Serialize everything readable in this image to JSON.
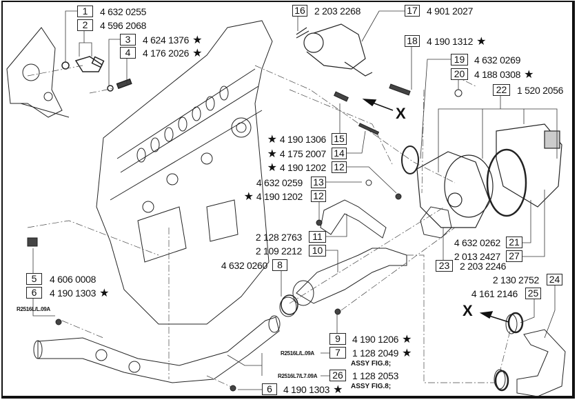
{
  "diagram": {
    "callouts": [
      {
        "ref": "1",
        "part": "4 632 0255",
        "star": ""
      },
      {
        "ref": "2",
        "part": "4 596 2068",
        "star": ""
      },
      {
        "ref": "3",
        "part": "4 624 1376",
        "star": "★"
      },
      {
        "ref": "4",
        "part": "4 176 2026",
        "star": "★"
      },
      {
        "ref": "16",
        "part": "2 203 2268",
        "star": ""
      },
      {
        "ref": "17",
        "part": "4 901 2027",
        "star": ""
      },
      {
        "ref": "18",
        "part": "4 190 1312",
        "star": "★"
      },
      {
        "ref": "19",
        "part": "4 632 0269",
        "star": ""
      },
      {
        "ref": "20",
        "part": "4 188 0308",
        "star": "★"
      },
      {
        "ref": "22",
        "part": "1 520 2056",
        "star": ""
      },
      {
        "ref": "15",
        "part": "4 190 1306",
        "star": "★"
      },
      {
        "ref": "14",
        "part": "4 175 2007",
        "star": "★"
      },
      {
        "ref": "12",
        "part": "4 190 1202",
        "star": "★"
      },
      {
        "ref": "13",
        "part": "4 632 0259",
        "star": ""
      },
      {
        "ref": "12",
        "part": "4 190 1202",
        "star": "★"
      },
      {
        "ref": "11",
        "part": "2 128 2763",
        "star": ""
      },
      {
        "ref": "10",
        "part": "2 109 2212",
        "star": ""
      },
      {
        "ref": "8",
        "part": "4 632 0260",
        "star": ""
      },
      {
        "ref": "5",
        "part": "4 606 0008",
        "star": ""
      },
      {
        "ref": "6",
        "part": "4 190 1303",
        "star": "★"
      },
      {
        "ref": "21",
        "part": "4 632 0262",
        "star": ""
      },
      {
        "ref": "27",
        "part": "2 013 2427",
        "star": ""
      },
      {
        "ref": "23",
        "part": "2 203 2246",
        "star": ""
      },
      {
        "ref": "24",
        "part": "2 130 2752",
        "star": ""
      },
      {
        "ref": "25",
        "part": "4 161 2146",
        "star": ""
      },
      {
        "ref": "9",
        "part": "4 190 1206",
        "star": "★"
      },
      {
        "ref": "7",
        "part": "1 128 2049",
        "star": "★"
      },
      {
        "ref": "26",
        "part": "1 128 2053",
        "star": ""
      },
      {
        "ref": "6",
        "part": "4 190 1303",
        "star": "★"
      }
    ],
    "notes": {
      "variant_left": "R2516L/L.09A",
      "variant_7": "R2516L/L.09A",
      "variant_26": "R2516L7/L7.09A",
      "assy_7": "ASSY FIG.8;",
      "assy_26": "ASSY FIG.8;",
      "view_marker": "X"
    }
  }
}
